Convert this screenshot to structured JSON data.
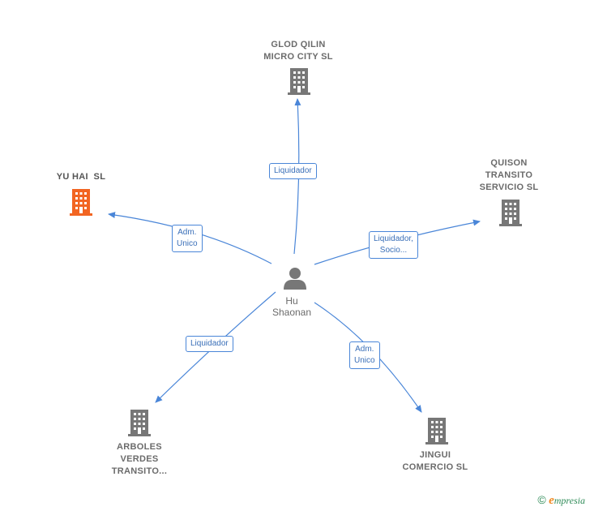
{
  "center": {
    "name_lines": [
      "Hu",
      "Shaonan"
    ]
  },
  "nodes": {
    "glod_qilin": {
      "lines": [
        "GLOD QILIN",
        "MICRO CITY SL"
      ]
    },
    "yu_hai": {
      "lines": [
        "YU HAI  SL"
      ]
    },
    "quison": {
      "lines": [
        "QUISON",
        "TRANSITO",
        "SERVICIO SL"
      ]
    },
    "arboles": {
      "lines": [
        "ARBOLES",
        "VERDES",
        "TRANSITO..."
      ]
    },
    "jingui": {
      "lines": [
        "JINGUI",
        "COMERCIO SL"
      ]
    }
  },
  "edges": {
    "glod_qilin": {
      "lines": [
        "Liquidador"
      ]
    },
    "yu_hai": {
      "lines": [
        "Adm.",
        "Unico"
      ]
    },
    "quison": {
      "lines": [
        "Liquidador,",
        "Socio..."
      ]
    },
    "arboles": {
      "lines": [
        "Liquidador"
      ]
    },
    "jingui": {
      "lines": [
        "Adm.",
        "Unico"
      ]
    }
  },
  "colors": {
    "edge": "#4a86d8",
    "building": "#777777",
    "building_active": "#f26522",
    "person": "#777777"
  },
  "footer": {
    "copyright": "©",
    "brand_first": "e",
    "brand_rest": "mpresia"
  }
}
